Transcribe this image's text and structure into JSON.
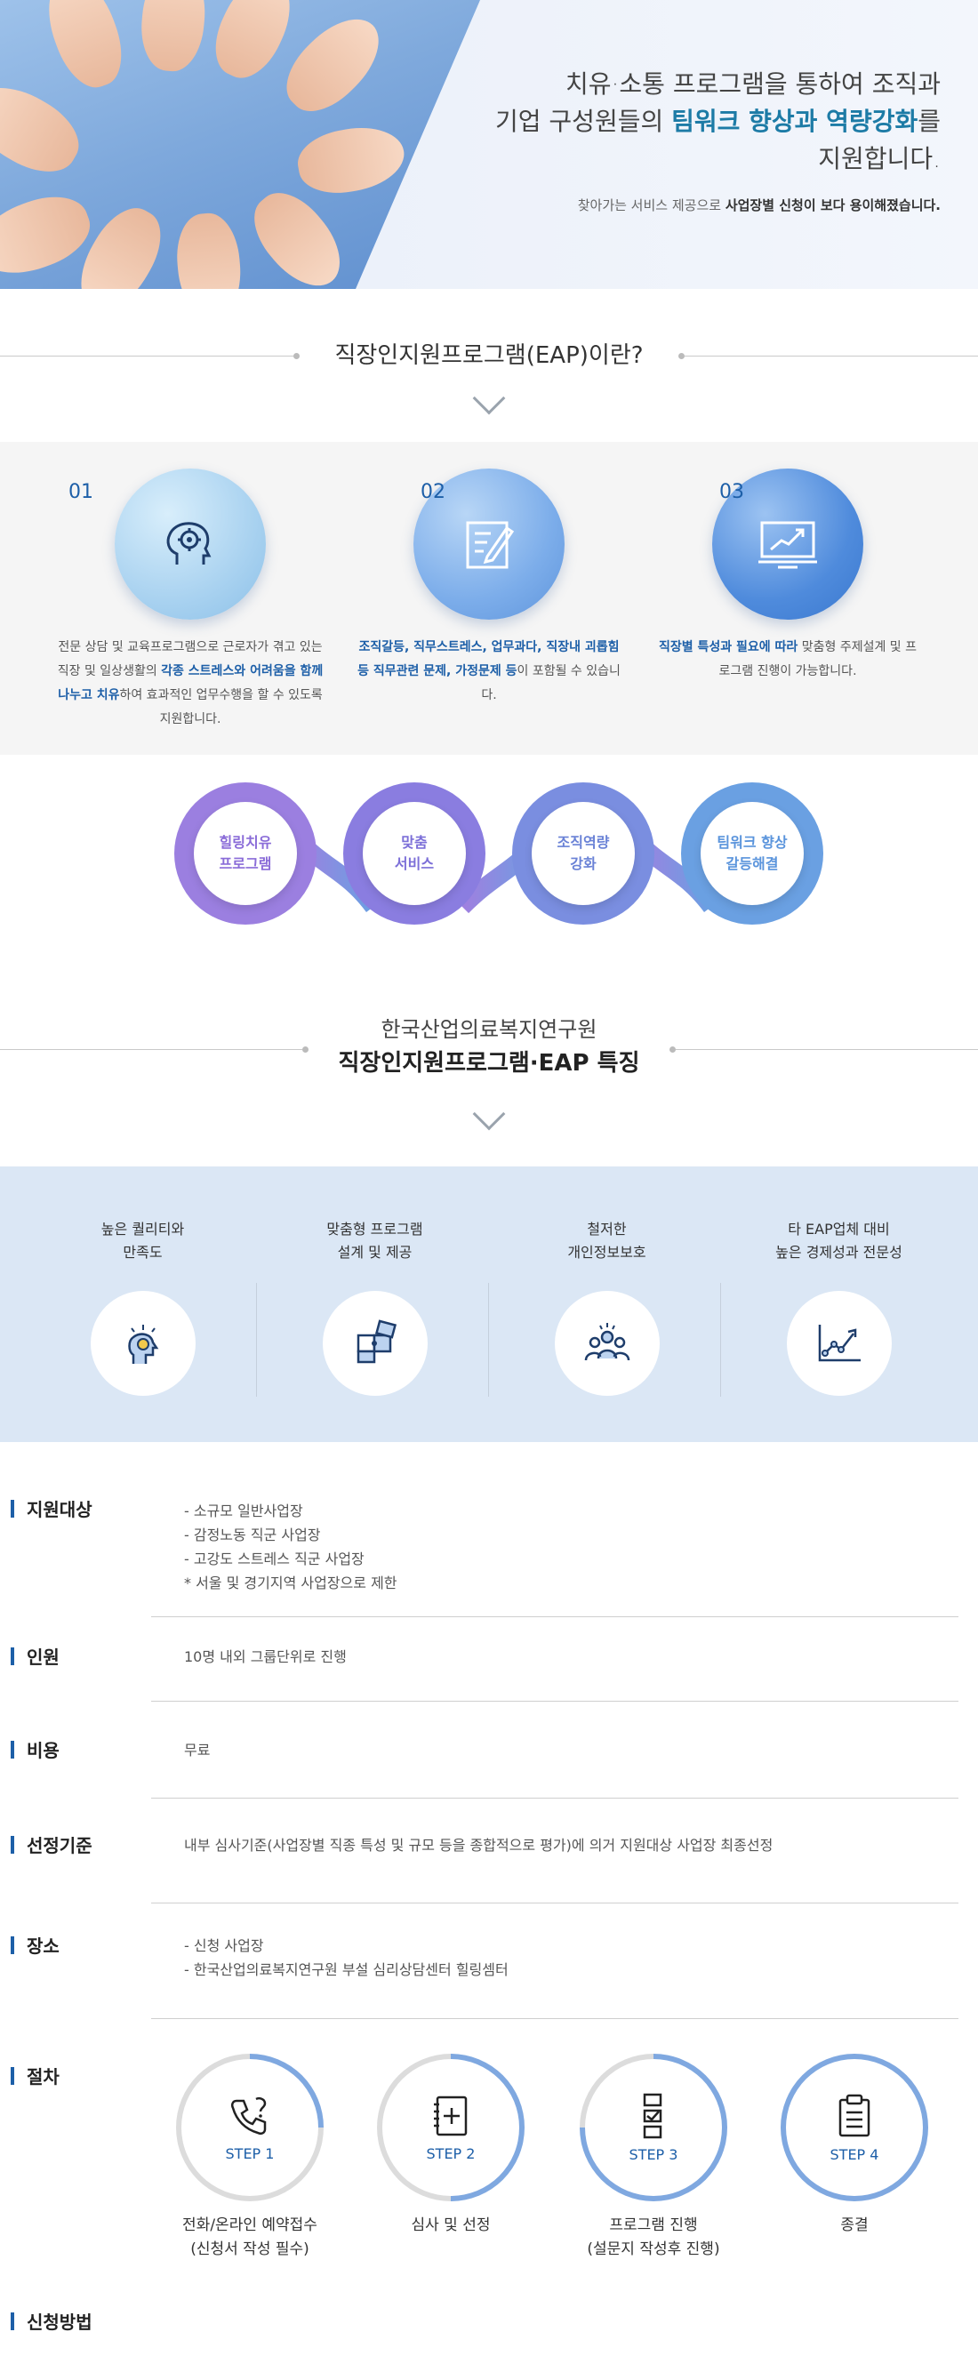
{
  "hero": {
    "line1": "치유·소통 프로그램을 통하여 조직과",
    "line2_pre": "기업 구성원들의 ",
    "line2_hl": "팀워크 향상과 역량강화",
    "line2_post": "를",
    "line3": "지원합니다.",
    "sub_pre": "찾아가는 서비스 제공으로 ",
    "sub_bold": "사업장별 신청이 보다 용이해졌습니다."
  },
  "eap_intro": {
    "title": "직장인지원프로그램(EAP)이란?"
  },
  "features": [
    {
      "num": "01",
      "icon": "brain-gear-icon",
      "desc_pre": "전문 상담 및 교육프로그램으로 근로자가 겪고 있는 직장 및 일상생활의 ",
      "desc_bold": "각종 스트레스와 어려움을 함께 나누고 치유",
      "desc_post": "하여 효과적인 업무수행을 할 수 있도록 지원합니다."
    },
    {
      "num": "02",
      "icon": "document-pen-icon",
      "desc_bold": "조직갈등, 직무스트레스, 업무과다, 직장내 괴롭힘 등 직무관련 문제, 가정문제 등",
      "desc_post": "이 포함될 수 있습니다."
    },
    {
      "num": "03",
      "icon": "monitor-chart-icon",
      "desc_bold": "직장별 특성과 필요에 따라",
      "desc_post": " 맞춤형 주제설계 및 프로그램 진행이 가능합니다."
    }
  ],
  "flow": [
    {
      "line1": "힐링치유",
      "line2": "프로그램",
      "color": "#9b7fe0"
    },
    {
      "line1": "맞춤",
      "line2": "서비스",
      "color": "#8a7de0"
    },
    {
      "line1": "조직역량",
      "line2": "강화",
      "color": "#7a8ee0"
    },
    {
      "line1": "팀워크 향상",
      "line2": "갈등해결",
      "color": "#6aa0e2"
    }
  ],
  "eap_features": {
    "title_small": "한국산업의료복지연구원",
    "title_big": "직장인지원프로그램·EAP 특징",
    "items": [
      {
        "line1": "높은 퀄리티와",
        "line2": "만족도",
        "icon": "idea-head-icon"
      },
      {
        "line1": "맞춤형 프로그램",
        "line2": "설계 및 제공",
        "icon": "puzzle-icon"
      },
      {
        "line1": "철저한",
        "line2": "개인정보보호",
        "icon": "people-group-icon"
      },
      {
        "line1": "타 EAP업체 대비",
        "line2": "높은 경제성과 전문성",
        "icon": "growth-chart-icon"
      }
    ]
  },
  "info": {
    "target_label": "지원대상",
    "target_lines": [
      "- 소규모 일반사업장",
      "- 감정노동 직군 사업장",
      "- 고강도 스트레스 직군 사업장",
      "* 서울 및 경기지역 사업장으로 제한"
    ],
    "people_label": "인원",
    "people_value": "10명 내외 그룹단위로 진행",
    "cost_label": "비용",
    "cost_value": "무료",
    "criteria_label": "선정기준",
    "criteria_value": "내부 심사기준(사업장별 직종 특성 및 규모 등을 종합적으로 평가)에 의거 지원대상 사업장 최종선정",
    "place_label": "장소",
    "place_lines": [
      "- 신청 사업장",
      "- 한국산업의료복지연구원 부설 심리상담센터 힐링셈터"
    ],
    "procedure_label": "절차",
    "apply_label": "신청방법"
  },
  "steps": [
    {
      "label": "STEP 1",
      "cap1": "전화/온라인 예약접수",
      "cap2": "(신청서 작성 필수)",
      "icon": "phone-question-icon",
      "progress": 0.25
    },
    {
      "label": "STEP 2",
      "cap1": "심사 및 선정",
      "cap2": "",
      "icon": "notebook-plus-icon",
      "progress": 0.5
    },
    {
      "label": "STEP 3",
      "cap1": "프로그램 진행",
      "cap2": "(설문지 작성후 진행)",
      "icon": "checklist-icon",
      "progress": 0.75
    },
    {
      "label": "STEP 4",
      "cap1": "종결",
      "cap2": "",
      "icon": "clipboard-icon",
      "progress": 1.0
    }
  ]
}
